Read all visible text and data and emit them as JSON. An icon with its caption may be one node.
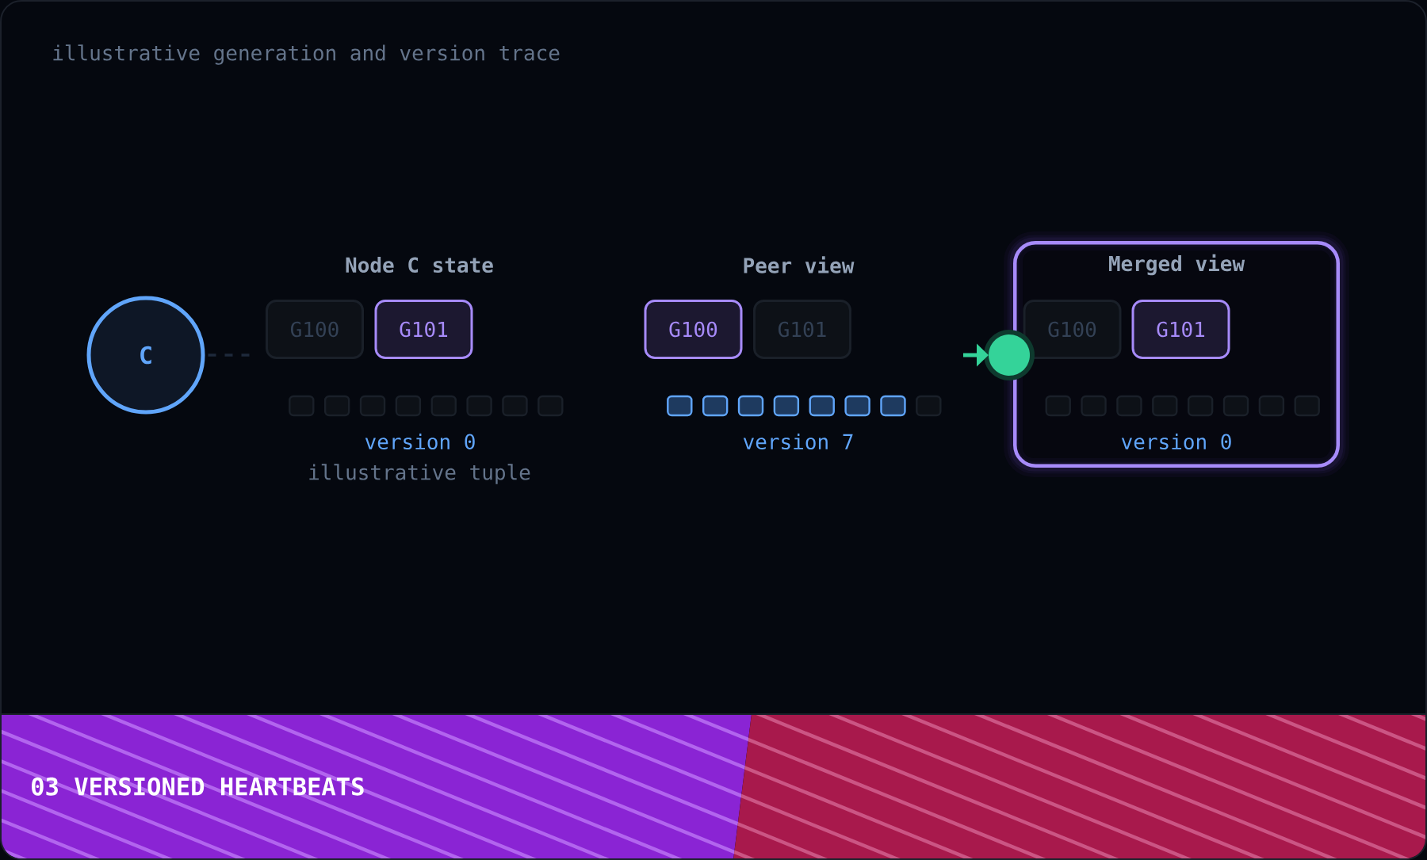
{
  "diagram": {
    "title": "illustrative generation and version trace",
    "nodes": [
      {
        "text": [
          "C"
        ]
      },
      {
        "text": [
          "G100"
        ]
      },
      {
        "text": [
          "G101"
        ]
      },
      {
        "text": [
          "G100"
        ]
      },
      {
        "text": [
          "G101"
        ]
      },
      {
        "text": [],
        "shape": "circle"
      },
      {
        "text": [
          "Merged view",
          "version 0"
        ]
      },
      {
        "text": [
          "G100"
        ],
        "in": 6
      },
      {
        "text": [
          "G101"
        ],
        "in": 6
      },
      {
        "text": [
          "03 VERSIONED HEARTBEATS"
        ]
      }
    ],
    "edges": [
      {
        "from": 0,
        "to": 1,
        "arrow": "none",
        "style": "dashed",
        "color": "#1e293b"
      },
      {
        "from": null,
        "to": 5,
        "arrow": "to",
        "color": "#34d399"
      }
    ],
    "labels": [
      "Node C state",
      "Peer view",
      "version 0",
      "version 7",
      "illustrative tuple"
    ]
  }
}
